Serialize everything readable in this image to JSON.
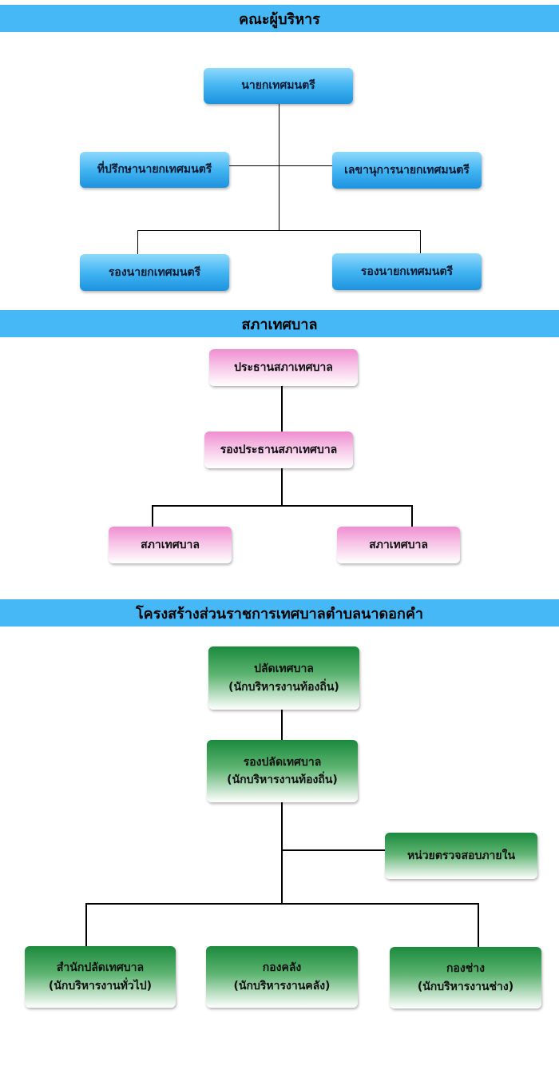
{
  "sections": {
    "executives": {
      "title": "คณะผู้บริหาร",
      "mayor": "นายกเทศมนตรี",
      "advisor": "ที่ปรึกษานายกเทศมนตรี",
      "secretary": "เลขานุการนายกเทศมนตรี",
      "deputy_left": "รองนายกเทศมนตรี",
      "deputy_right": "รองนายกเทศมนตรี"
    },
    "council": {
      "title": "สภาเทศบาล",
      "president": "ประธานสภาเทศบาล",
      "vice_president": "รองประธานสภาเทศบาล",
      "member_left": "สภาเทศบาล",
      "member_right": "สภาเทศบาล"
    },
    "administration": {
      "title": "โครงสร้างส่วนราชการเทศบาลตำบลนาดอกคำ",
      "clerk": {
        "title": "ปลัดเทศบาล",
        "subtitle": "(นักบริหารงานท้องถิ่น)"
      },
      "deputy_clerk": {
        "title": "รองปลัดเทศบาล",
        "subtitle": "(นักบริหารงานท้องถิ่น)"
      },
      "audit": "หน่วยตรวจสอบภายใน",
      "office": {
        "title": "สำนักปลัดเทศบาล",
        "subtitle": "(นักบริหารงานทั่วไป)"
      },
      "finance": {
        "title": "กองคลัง",
        "subtitle": "(นักบริหารงานคลัง)"
      },
      "engineering": {
        "title": "กองช่าง",
        "subtitle": "(นักบริหารงานช่าง)"
      }
    }
  },
  "colors": {
    "banner": "#45b8f5",
    "executive_box": "#43b5f2",
    "council_box": "#f7c4e7",
    "admin_box": "#1b8a3c"
  }
}
